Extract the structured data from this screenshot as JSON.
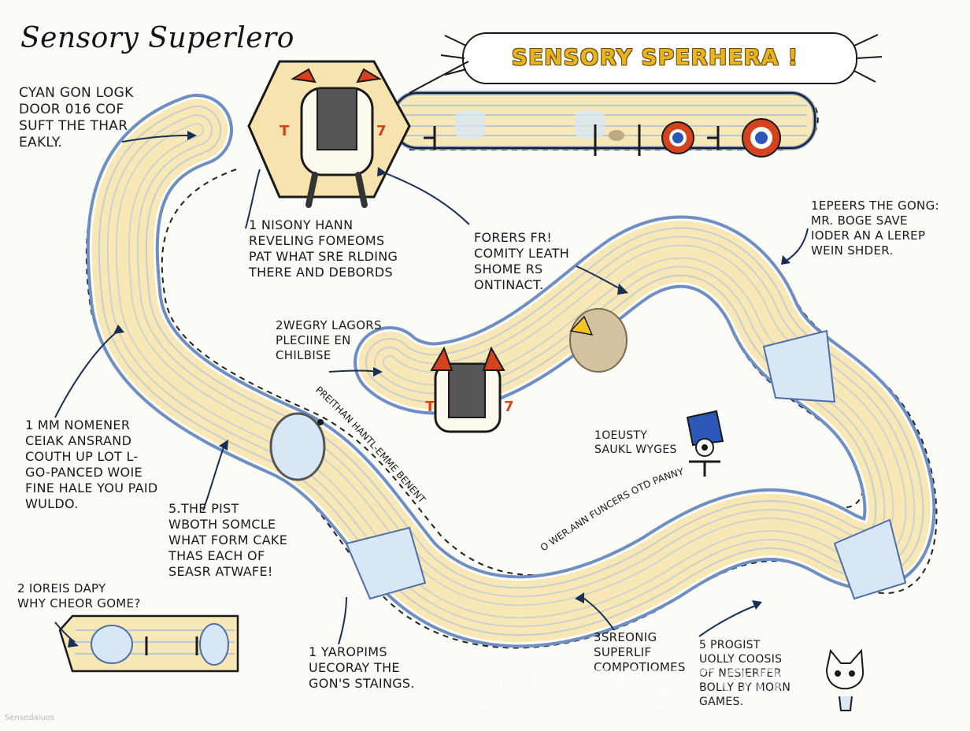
{
  "title": "Sensory Superlero",
  "banner": "SENSORY SPERHERA !",
  "labels": [
    {
      "id": "top-left",
      "lines": [
        "CYAN GON LOGK",
        "DOOR 016 COF",
        "SUFT THE THAR",
        "EAKLY."
      ]
    },
    {
      "id": "mid-center",
      "lines": [
        "1 NISONY HANN",
        "REVELING FOMEOMS",
        "PAT WHAT SRE RLDING",
        "THERE AND DEBORDS"
      ]
    },
    {
      "id": "center-right",
      "lines": [
        "FORERS FR!",
        "COMITY LEATH",
        "SHOME RS",
        "ONTINACT."
      ]
    },
    {
      "id": "top-right",
      "lines": [
        "1EPEERS THE GONG:",
        "MR. BOGE SAVE",
        "IODER AN A LEREP",
        "WEIN SHDER."
      ]
    },
    {
      "id": "middle",
      "lines": [
        "2WEGRY LAGORS",
        "PLECIINE EN",
        "CHILBISE"
      ]
    },
    {
      "id": "left-mid",
      "lines": [
        "1 MM NOMENER",
        "CEIAK ANSRAND",
        "COUTH UP LOT L-",
        "GO-PANCED WOIE",
        "FINE HALE YOU PAID",
        "WULDO."
      ]
    },
    {
      "id": "left-lower",
      "lines": [
        "5.THE PIST",
        "WBOTH SOMCLE",
        "WHAT FORM CAKE",
        "THAS EACH OF",
        "SEASR ATWAFE!"
      ]
    },
    {
      "id": "lower-center-right",
      "lines": [
        "1OEUSTY",
        "SAUKL WYGES"
      ]
    },
    {
      "id": "bottom-left",
      "lines": [
        "2 IOREIS DAPY",
        "WHY CHEOR GOME?"
      ]
    },
    {
      "id": "bottom-center",
      "lines": [
        "1 YAROPIMS",
        "UECORAY THE",
        "GON'S STAINGS."
      ]
    },
    {
      "id": "bottom-mid",
      "lines": [
        "3SREONIG",
        "SUPERLIF",
        "COMPOTIOMES"
      ]
    },
    {
      "id": "bottom-right",
      "lines": [
        "5 PROGIST",
        "UOLLY COOSIS",
        "OF NESIERFER",
        "BOLLY BY MORN",
        "GAMES."
      ]
    }
  ],
  "path_labels": {
    "diagonal": "PREITHAN HANTL-EMME BENENT",
    "lower_curve": "O WER.ANN FUNCERS OTD PANNY"
  },
  "watermark": "journey.com",
  "credit": "Sensedaluos",
  "colors": {
    "track_fill": "#f8e8b6",
    "track_edge": "#6f8fc3",
    "track_line": "#a8bde0",
    "ink": "#1a1a1a",
    "banner_gold": "#e7b321",
    "hex_fill": "#f6e3ae",
    "accent_red": "#d5421e",
    "accent_blue": "#2a57b8",
    "ice": "#d7e7f6"
  }
}
